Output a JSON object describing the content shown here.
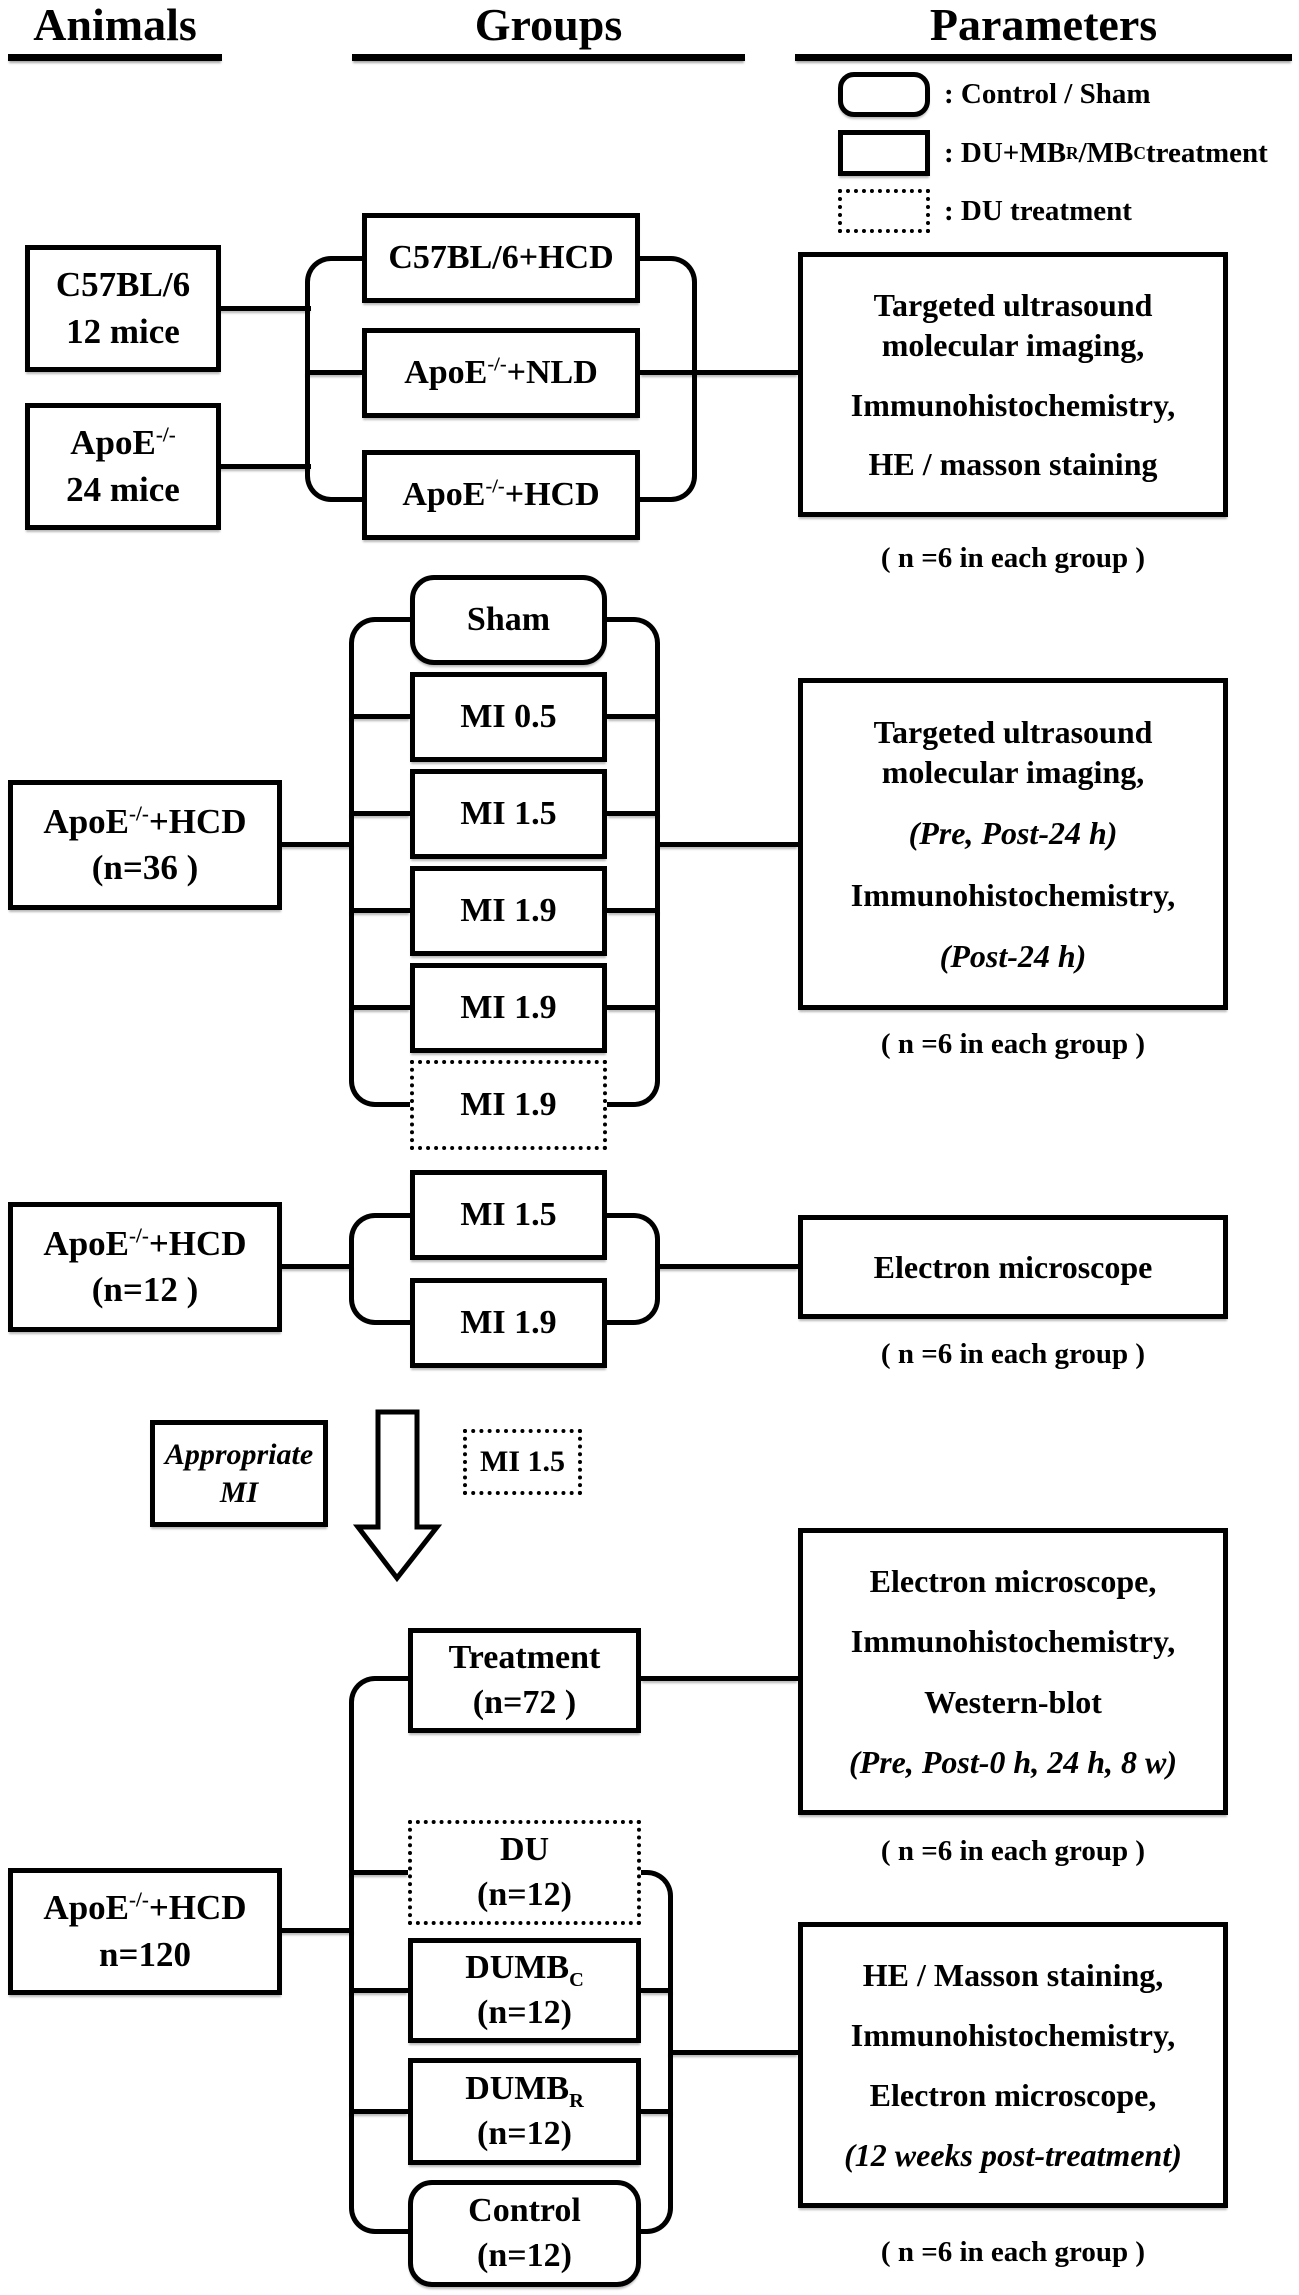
{
  "headers": {
    "animals": "Animals",
    "groups": "Groups",
    "parameters": "Parameters"
  },
  "legend": {
    "control_label": ": Control / Sham",
    "treatment_label": {
      "p1": ": DU+MB",
      "s1": "R",
      "p2": "/MB",
      "s2": "C",
      "p3": " treatment"
    },
    "du_label": ": DU treatment"
  },
  "section1": {
    "animal1": {
      "line1": "C57BL/6",
      "line2": "12 mice"
    },
    "animal2": {
      "base": "ApoE",
      "sup": "-/-",
      "line2": "24 mice"
    },
    "group1": "C57BL/6+HCD",
    "group2": {
      "base": "ApoE",
      "sup": "-/-",
      "rest": "+NLD"
    },
    "group3": {
      "base": "ApoE",
      "sup": "-/-",
      "rest": "+HCD"
    },
    "parameters": {
      "line1": "Targeted ultrasound",
      "line2": "molecular imaging,",
      "line3": "Immunohistochemistry,",
      "line4": "HE / masson staining"
    },
    "caption": "( n =6  in each group )"
  },
  "section2": {
    "animal": {
      "base": "ApoE",
      "sup": "-/-",
      "rest": "+HCD",
      "line2": "(n=36 )"
    },
    "groups": [
      "Sham",
      "MI 0.5",
      "MI 1.5",
      "MI 1.9",
      "MI 1.9",
      "MI 1.9"
    ],
    "parameters": {
      "line1": "Targeted ultrasound",
      "line2": "molecular imaging,",
      "line3": "(Pre, Post-24 h)",
      "line4": "Immunohistochemistry,",
      "line5": "(Post-24 h)"
    },
    "caption": "( n =6  in each group )"
  },
  "section3": {
    "animal": {
      "base": "ApoE",
      "sup": "-/-",
      "rest": "+HCD",
      "line2": "(n=12 )"
    },
    "groups": [
      "MI 1.5",
      "MI 1.9"
    ],
    "parameters": {
      "line1": "Electron microscope"
    },
    "caption": "( n =6  in each group )"
  },
  "transition": {
    "box_line1": "Appropriate",
    "box_line2": "MI",
    "mi_label": "MI 1.5"
  },
  "section4": {
    "animal": {
      "base": "ApoE",
      "sup": "-/-",
      "rest": "+HCD",
      "line2": "n=120"
    },
    "treatment": {
      "line1": "Treatment",
      "line2": "(n=72 )"
    },
    "du": {
      "line1": "DU",
      "line2": "(n=12)"
    },
    "dumbc": {
      "base": "DUMB",
      "sub": "C",
      "line2": "(n=12)"
    },
    "dumbr": {
      "base": "DUMB",
      "sub": "R",
      "line2": "(n=12)"
    },
    "control": {
      "line1": "Control",
      "line2": "(n=12)"
    },
    "parameters_top": {
      "line1": "Electron microscope,",
      "line2": "Immunohistochemistry,",
      "line3": "Western-blot",
      "line4": "(Pre, Post-0 h, 24 h, 8 w)"
    },
    "caption_top": "( n =6  in each group )",
    "parameters_bottom": {
      "line1": "HE / Masson staining,",
      "line2": "Immunohistochemistry,",
      "line3": "Electron microscope,",
      "line4": "(12 weeks post-treatment)"
    },
    "caption_bottom": "( n =6  in each group )"
  }
}
